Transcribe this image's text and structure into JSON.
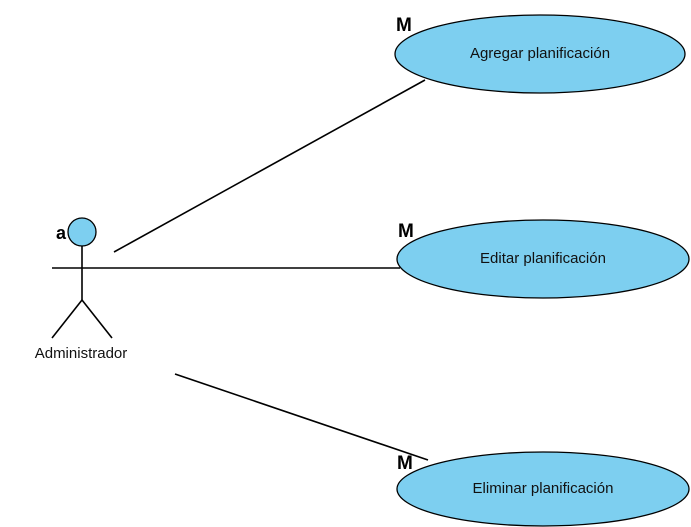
{
  "actor": {
    "name": "Administrador",
    "letter": "a"
  },
  "use_cases": [
    {
      "label": "Agregar planificación",
      "badge": "M"
    },
    {
      "label": "Editar planificación",
      "badge": "M"
    },
    {
      "label": "Eliminar planificación",
      "badge": "M"
    }
  ],
  "colors": {
    "use_case_fill": "#7dcff0",
    "actor_head_fill": "#7dcff0",
    "stroke": "#000000"
  }
}
